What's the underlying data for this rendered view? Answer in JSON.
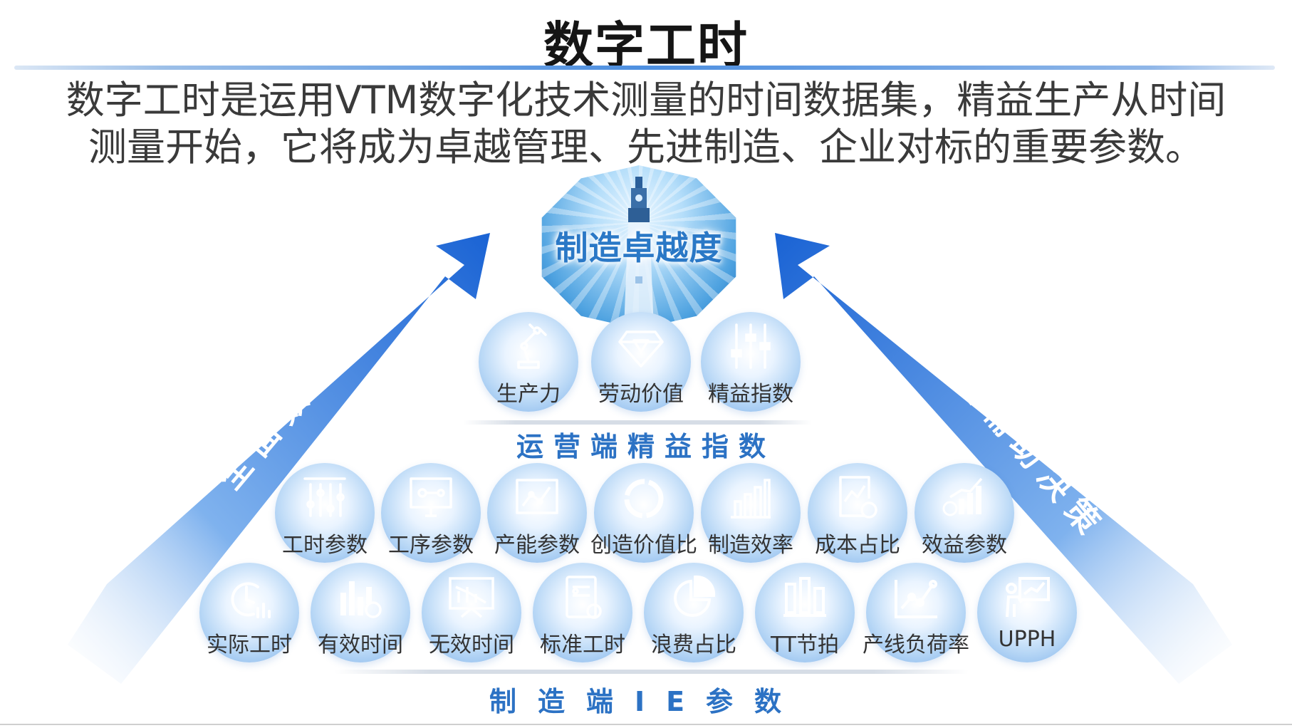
{
  "title": "数字工时",
  "intro": {
    "line1": "数字工时是运用VTM数字化技术测量的时间数据集，精益生产从时间",
    "line2": "测量开始，它将成为卓越管理、先进制造、企业对标的重要参数。"
  },
  "left_arrow_label": "全面数字化",
  "right_arrow_label": "数据辅助决策",
  "peak_label": "制造卓越度",
  "tier1": {
    "title": "运营端精益指数",
    "items": [
      {
        "label": "生产力",
        "icon": "robot-arm-icon"
      },
      {
        "label": "劳动价值",
        "icon": "diamond-icon"
      },
      {
        "label": "精益指数",
        "icon": "sliders-icon"
      }
    ]
  },
  "tier2": {
    "items": [
      {
        "label": "工时参数",
        "icon": "equalizer-icon"
      },
      {
        "label": "工序参数",
        "icon": "monitor-process-icon"
      },
      {
        "label": "产能参数",
        "icon": "line-chart-frame-icon"
      },
      {
        "label": "创造价值比",
        "icon": "ring-chart-icon"
      },
      {
        "label": "制造效率",
        "icon": "bar-chart-icon"
      },
      {
        "label": "成本占比",
        "icon": "cost-document-icon"
      },
      {
        "label": "效益参数",
        "icon": "money-growth-icon"
      }
    ]
  },
  "tier3": {
    "title": "制造端IE参数",
    "items": [
      {
        "label": "实际工时",
        "icon": "clock-bars-icon"
      },
      {
        "label": "有效时间",
        "icon": "bar-clock-icon"
      },
      {
        "label": "无效时间",
        "icon": "screen-chart-icon"
      },
      {
        "label": "标准工时",
        "icon": "clipboard-icon"
      },
      {
        "label": "浪费占比",
        "icon": "pie-chart-icon"
      },
      {
        "label": "TT节拍",
        "icon": "three-bars-icon"
      },
      {
        "label": "产线负荷率",
        "icon": "trend-line-icon"
      },
      {
        "label": "UPPH",
        "icon": "presenter-board-icon"
      }
    ]
  },
  "colors": {
    "accent_blue": "#1f6fd6",
    "label_blue": "#2c72c4",
    "icon_stroke": "#ffffff"
  }
}
